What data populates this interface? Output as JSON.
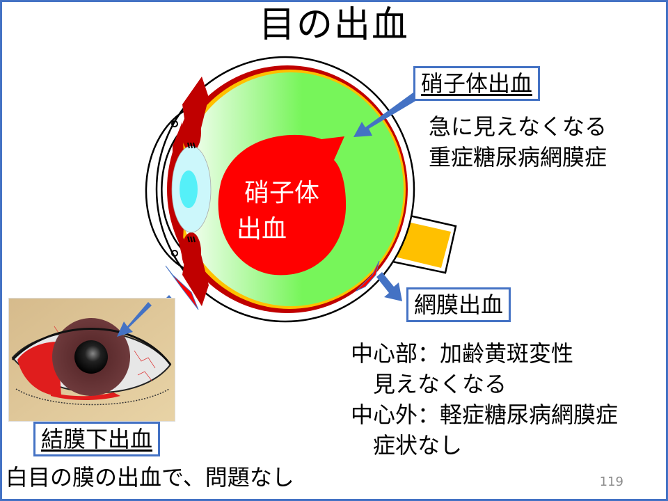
{
  "slide": {
    "title": "目の出血",
    "page_number": "119",
    "border_color": "#4472c4"
  },
  "diagram": {
    "bubble_label_line1": "硝子体",
    "bubble_label_line2": "出血",
    "colors": {
      "vitreous_green": "#77f55a",
      "hemorrhage_red": "#ff0000",
      "choroid_dark_red": "#c00000",
      "retina_orange": "#ffc000",
      "lens_light": "#ccf7fb",
      "lens_core": "#55f0f8",
      "arrow_blue": "#4472c4"
    }
  },
  "callouts": {
    "vitreous": {
      "label": "硝子体出血",
      "lines": [
        "急に見えなくなる",
        "重症糖尿病網膜症"
      ]
    },
    "retinal": {
      "label": "網膜出血",
      "lines": [
        "中心部：加齢黄斑変性",
        "　見えなくなる",
        "中心外：軽症糖尿病網膜症",
        "　症状なし"
      ]
    },
    "subconjunctival": {
      "label": "結膜下出血",
      "lines": [
        "白目の膜の出血で、問題なし"
      ]
    }
  }
}
